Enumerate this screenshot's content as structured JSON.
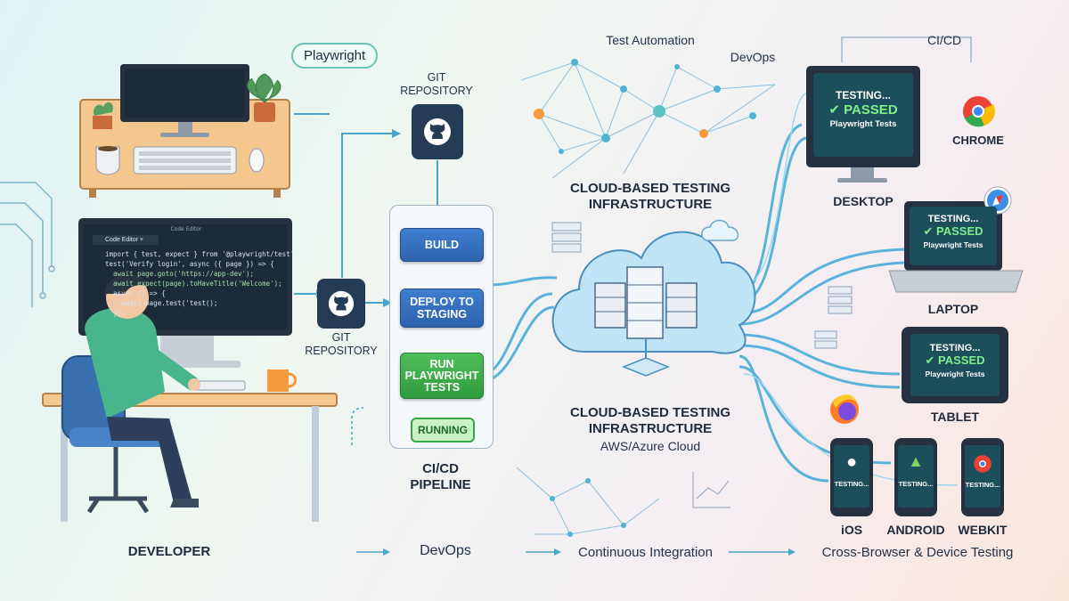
{
  "top_labels": {
    "playwright": "Playwright",
    "test_automation": "Test Automation",
    "devops_top": "DevOps",
    "cicd_top": "CI/CD"
  },
  "git_repo_top": "GIT\nREPOSITORY",
  "git_repo_mid": "GIT\nREPOSITORY",
  "pipeline": {
    "stages": [
      "BUILD",
      "DEPLOY TO\nSTAGING",
      "RUN\nPLAYWRIGHT\nTESTS"
    ],
    "status": "RUNNING",
    "title": "CI/CD\nPIPELINE"
  },
  "code_editor": {
    "window_title": "Code Editor",
    "tab_label": "Code Editor",
    "lines": [
      "import { test, expect } from '@playwright/test';",
      "",
      "test('Verify login', async ({ page }) => {",
      "",
      "  await page.goto('https://app-dev');",
      "  await expect(page).toHaveTitle('Welcome');",
      "",
      "  async () => {",
      "    await page.test('test();",
      "  });"
    ]
  },
  "cloud": {
    "title_top": "CLOUD-BASED TESTING\nINFRASTRUCTURE",
    "title_bottom": "CLOUD-BASED TESTING\nINFRASTRUCTURE",
    "subtitle": "AWS/Azure Cloud"
  },
  "devices": {
    "desktop": {
      "label": "DESKTOP",
      "testing": "TESTING...",
      "passed": "PASSED",
      "suite": "Playwright Tests"
    },
    "laptop": {
      "label": "LAPTOP",
      "testing": "TESTING...",
      "passed": "PASSED",
      "suite": "Playwright Tests"
    },
    "tablet": {
      "label": "TABLET",
      "testing": "TESTING...",
      "passed": "PASSED",
      "suite": "Playwright Tests"
    },
    "chrome_label": "CHROME",
    "phones": [
      {
        "label": "iOS",
        "status": "TESTING..."
      },
      {
        "label": "ANDROID",
        "status": "TESTING..."
      },
      {
        "label": "WEBKIT",
        "status": "TESTING..."
      }
    ]
  },
  "bottom_flow": [
    "DEVELOPER",
    "DevOps",
    "Continuous Integration",
    "Cross-Browser & Device Testing"
  ],
  "colors": {
    "flow_line": "#4aa6c9",
    "pipeline_blue": "#2d62ad",
    "passed_green": "#7cf08a",
    "screen": "#1d4e5c"
  }
}
